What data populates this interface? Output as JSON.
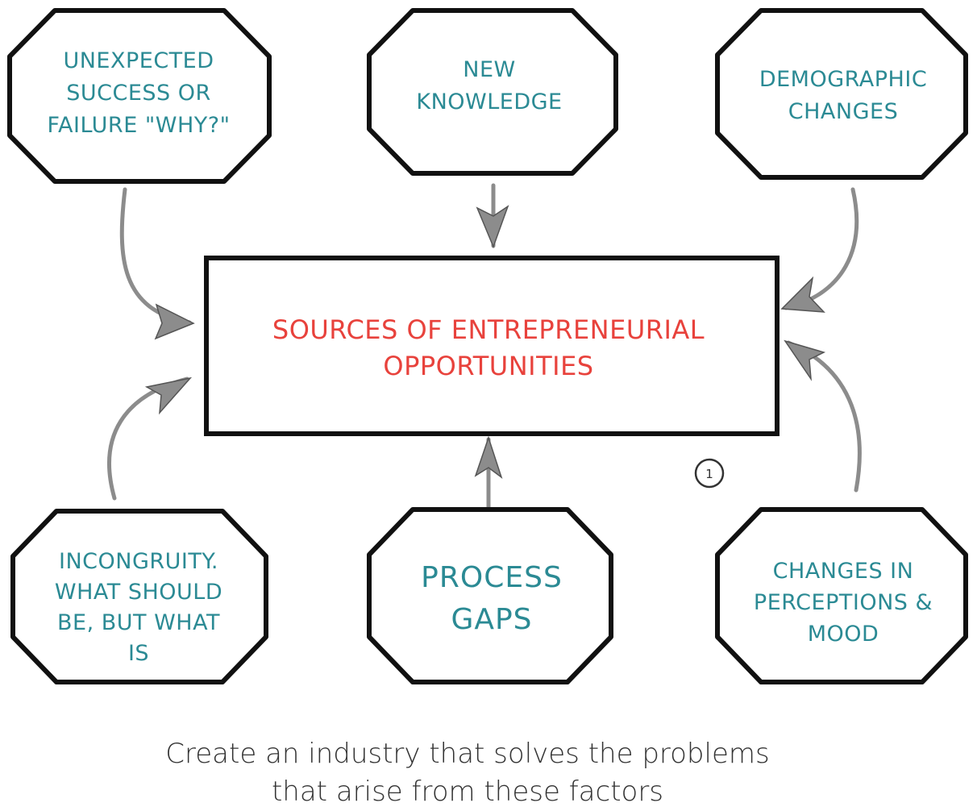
{
  "colors": {
    "node_text": "#2b8a94",
    "center_text": "#e8423c",
    "stroke": "#111111",
    "arrow": "#8c8c8c",
    "caption_text": "#333333"
  },
  "center": {
    "lines": [
      "SOURCES OF ENTREPRENEURIAL",
      "OPPORTUNITIES"
    ]
  },
  "nodes": [
    {
      "id": "unexpected",
      "lines": [
        "UNEXPECTED",
        "SUCCESS OR",
        "FAILURE \"WHY?\""
      ]
    },
    {
      "id": "new-knowledge",
      "lines": [
        "NEW",
        "KNOWLEDGE"
      ]
    },
    {
      "id": "demographic",
      "lines": [
        "DEMOGRAPHIC",
        "CHANGES"
      ]
    },
    {
      "id": "incongruity",
      "lines": [
        "INCONGRUITY.",
        "WHAT SHOULD",
        "BE, BUT WHAT",
        "IS"
      ]
    },
    {
      "id": "process-gaps",
      "lines": [
        "PROCESS",
        "GAPS"
      ]
    },
    {
      "id": "perceptions",
      "lines": [
        "CHANGES IN",
        "PERCEPTIONS &",
        "MOOD"
      ]
    }
  ],
  "badge": "1",
  "caption": {
    "lines": [
      "Create an industry that solves the problems",
      "that arise from these factors"
    ]
  }
}
